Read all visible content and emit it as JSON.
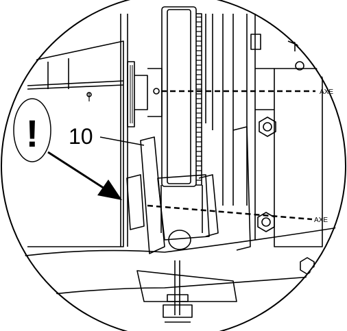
{
  "diagram": {
    "callout_number": "10",
    "warning_symbol": "!",
    "axis_label_upper": "AXE",
    "axis_label_lower": "AXE"
  },
  "colors": {
    "line": "#000000",
    "background": "#ffffff"
  }
}
